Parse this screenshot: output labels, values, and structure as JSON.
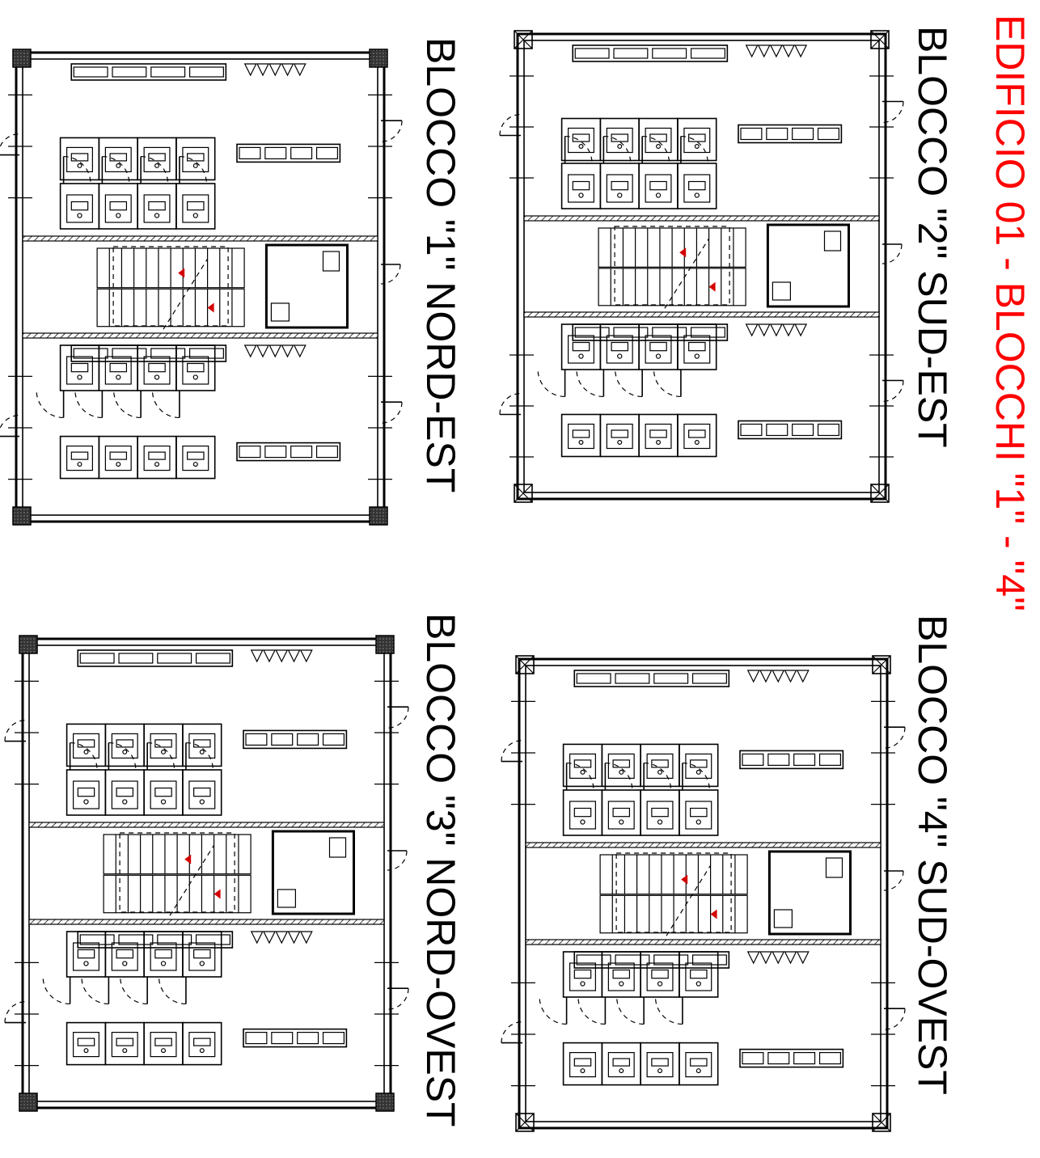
{
  "title": "EDIFICIO 01 - BLOCCHI \"1\" - \"4\"",
  "title_color": "#ff0000",
  "line_color": "#000000",
  "blocks": [
    {
      "id": "block-2",
      "label": "BLOCCO \"2\" SUD-EST"
    },
    {
      "id": "block-1",
      "label": "BLOCCO \"1\" NORD-EST"
    },
    {
      "id": "block-4",
      "label": "BLOCCO \"4\" SUD-OVEST"
    },
    {
      "id": "block-3",
      "label": "BLOCCO \"3\" NORD-OVEST"
    }
  ]
}
